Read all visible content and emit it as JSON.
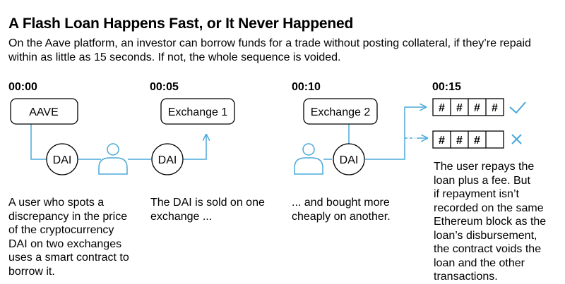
{
  "header": {
    "title": "A Flash Loan Happens Fast, or It Never Happened",
    "subtitle": "On the Aave platform, an investor can borrow funds for a trade without posting collateral, if they’re repaid within as little as 15 seconds. If not, the whole sequence is voided."
  },
  "timestamps": [
    "00:00",
    "00:05",
    "00:10",
    "00:15"
  ],
  "nodes": {
    "aave": "AAVE",
    "exchange1": "Exchange 1",
    "exchange2": "Exchange 2",
    "token": "DAI"
  },
  "blocks": {
    "symbol": "#",
    "success_symbol": "✓",
    "fail_symbol": "✕"
  },
  "captions": [
    [
      "A user who spots a",
      "discrepancy in the price",
      "of the cryptocurrency",
      "DAI on two exchanges",
      "uses a smart contract to",
      "borrow it."
    ],
    [
      "The DAI is sold on one",
      "exchange ..."
    ],
    [
      "... and bought more",
      "cheaply on another."
    ],
    [
      "The user repays the",
      "loan plus a fee. But",
      "if repayment isn’t",
      "recorded on the same",
      "Ethereum block as the",
      "loan’s disbursement,",
      "the contract voids the",
      "loan and the other",
      "transactions."
    ]
  ],
  "colors": {
    "accent": "#4aa8d8",
    "text": "#000000",
    "background": "#ffffff"
  }
}
